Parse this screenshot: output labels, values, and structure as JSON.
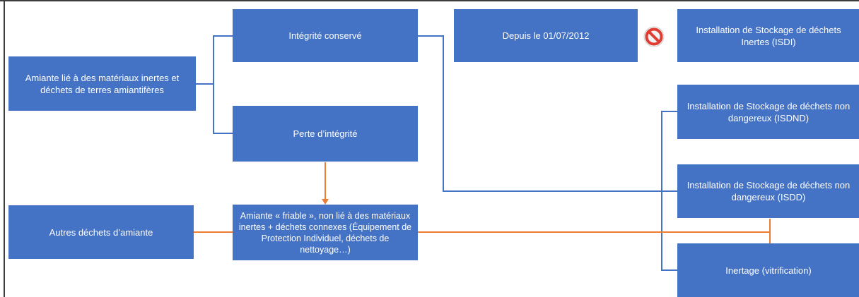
{
  "nodes": {
    "amiante_lie": "Amiante lié à des matériaux inertes et déchets de terres amiantifères",
    "integrite_conserve": "Intégrité conservé",
    "perte_integrite": "Perte d’intégrité",
    "depuis": "Depuis le 01/07/2012",
    "isdi": "Installation de Stockage de déchets Inertes (ISDI)",
    "isdnd": "Installation de Stockage de déchets non dangereux (ISDND)",
    "isdd": "Installation de Stockage de déchets non dangereux (ISDD)",
    "autres": "Autres déchets d’amiante",
    "friable": "Amiante « friable », non lié à des matériaux inertes + déchets connexes (Équipement de Protection Individuel, déchets de nettoyage…)",
    "inertage": "Inertage (vitrification)"
  },
  "colors": {
    "box": "#4472c4",
    "blue_line": "#4472c4",
    "orange_line": "#ed7d31",
    "forbid_red": "#e03c31"
  },
  "icons": {
    "prohibited": "no-entry-icon"
  }
}
